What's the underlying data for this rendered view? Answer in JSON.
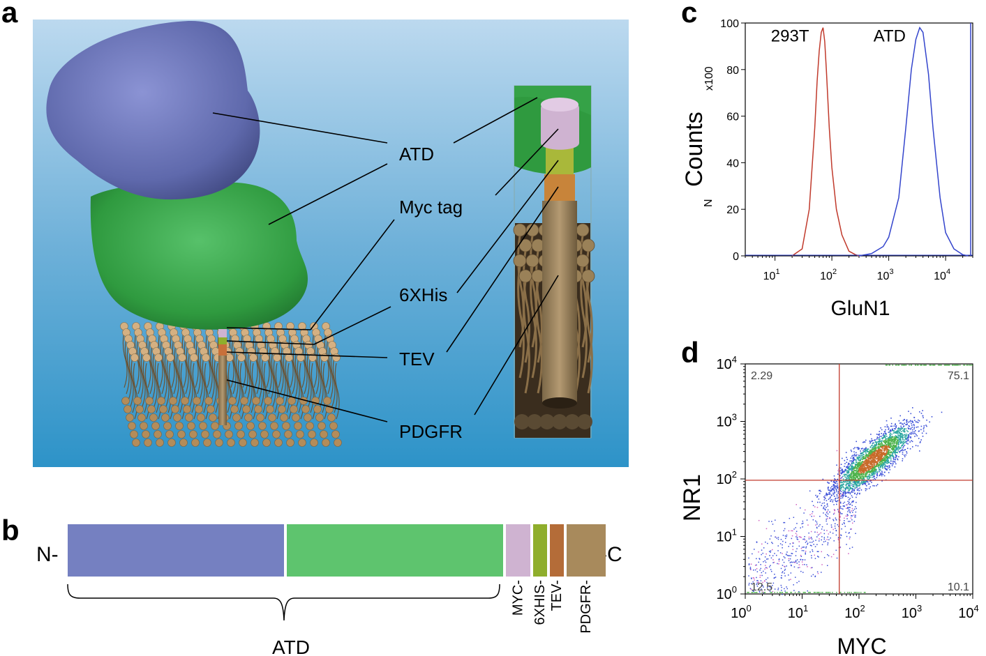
{
  "panels": {
    "a": {
      "letter": "a",
      "labels": [
        "ATD",
        "Myc tag",
        "6XHis",
        "TEV",
        "PDGFR"
      ]
    },
    "b": {
      "letter": "b",
      "n_term": "N-",
      "c_term": "-C",
      "domains": [
        {
          "label": "",
          "color": "#7580c1",
          "length": 310
        },
        {
          "label": "",
          "color": "#5ec46e",
          "length": 310
        },
        {
          "label": "MYC-",
          "color": "#cfb3d1",
          "length": 35
        },
        {
          "label": "6XHIS-",
          "color": "#8fae2c",
          "length": 20
        },
        {
          "label": "TEV-",
          "color": "#b46c38",
          "length": 20
        },
        {
          "label": "PDGFR-",
          "color": "#a88a5c",
          "length": 56
        }
      ],
      "bracket_label": "ATD"
    },
    "c": {
      "letter": "c",
      "ylabel": "Counts",
      "y_multiplier": "x100",
      "n_label": "N",
      "xlabel": "GluN1"
    },
    "d": {
      "letter": "d",
      "ylabel": "NR1",
      "xlabel": "MYC",
      "quadrant_labels": {
        "top_left": "2.29",
        "top_right": "75.1",
        "bottom_left": "12.5",
        "bottom_right": "10.1"
      }
    }
  },
  "chart_data": [
    {
      "type": "line",
      "panel": "c",
      "xlabel": "GluN1",
      "ylabel": "Counts",
      "x_scale": "log",
      "xlim": [
        3,
        30000
      ],
      "ylim": [
        0,
        100
      ],
      "x_ticks": [
        "10^1",
        "10^2",
        "10^3",
        "10^4"
      ],
      "y_ticks": [
        0,
        20,
        40,
        60,
        80,
        100
      ],
      "series": [
        {
          "name": "293T",
          "color": "#c0392b",
          "x": [
            20,
            30,
            40,
            50,
            55,
            60,
            65,
            70,
            75,
            80,
            90,
            100,
            120,
            150,
            200,
            260,
            300
          ],
          "y": [
            0,
            3,
            20,
            55,
            75,
            88,
            96,
            98,
            92,
            80,
            55,
            38,
            20,
            9,
            2,
            0.5,
            0
          ]
        },
        {
          "name": "ATD",
          "color": "#3344cc",
          "x": [
            300,
            500,
            800,
            1000,
            1500,
            2000,
            2500,
            3000,
            3500,
            4000,
            5000,
            6000,
            8000,
            10000,
            14000,
            20000,
            25000
          ],
          "y": [
            0,
            1,
            4,
            8,
            25,
            55,
            80,
            93,
            98,
            96,
            78,
            55,
            25,
            10,
            3,
            0.5,
            0
          ]
        }
      ]
    },
    {
      "type": "scatter",
      "panel": "d",
      "xlabel": "MYC",
      "ylabel": "NR1",
      "x_scale": "log",
      "y_scale": "log",
      "xlim": [
        1,
        10000
      ],
      "ylim": [
        1,
        10000
      ],
      "x_ticks": [
        "10^0",
        "10^1",
        "10^2",
        "10^3",
        "10^4"
      ],
      "y_ticks": [
        "10^0",
        "10^1",
        "10^2",
        "10^3",
        "10^4"
      ],
      "gate_x": 45,
      "gate_y": 95,
      "quadrant_percentages": {
        "top_left": 2.29,
        "top_right": 75.1,
        "bottom_left": 12.5,
        "bottom_right": 10.1
      }
    }
  ]
}
